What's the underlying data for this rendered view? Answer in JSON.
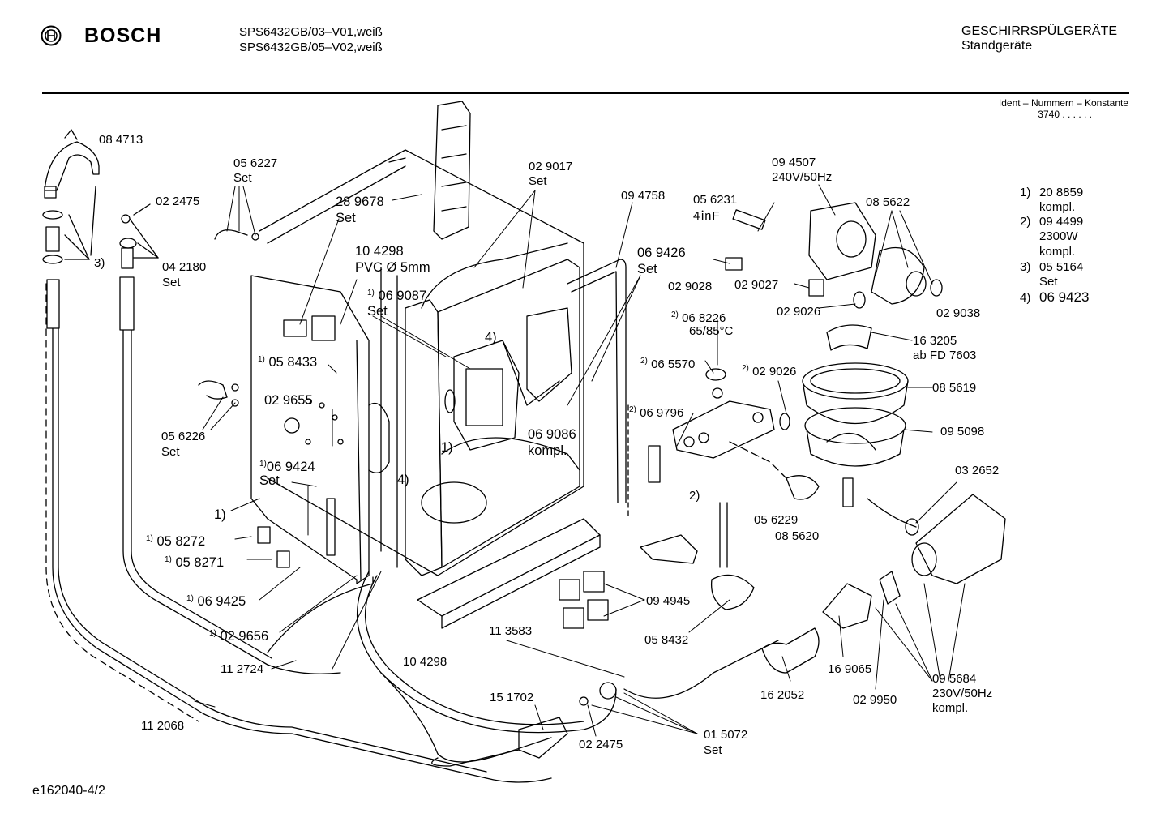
{
  "header": {
    "brand": "BOSCH",
    "models": [
      "SPS6432GB/03–V01,weiß",
      "SPS6432GB/05–V02,weiß"
    ],
    "category_line1": "GESCHIRRSPÜLGERÄTE",
    "category_line2": "Standgeräte",
    "ident_label": "Ident – Nummern – Konstante",
    "ident_value": "3740 . . . . . ."
  },
  "legend": [
    {
      "key": "1)",
      "lines": [
        "20 8859",
        "kompl."
      ]
    },
    {
      "key": "2)",
      "lines": [
        "09 4499",
        "2300W",
        "kompl."
      ]
    },
    {
      "key": "3)",
      "lines": [
        "05 5164",
        "Set"
      ]
    },
    {
      "key": "4)",
      "lines": [
        "06 9423"
      ]
    }
  ],
  "labels": {
    "p084713": "08 4713",
    "p022475a": "02 2475",
    "p3": "3)",
    "p042180": "04 2180",
    "set": "Set",
    "p056227": "05 6227",
    "p289678": "28 9678",
    "p104298": "10 4298",
    "pvc": "PVC Ø 5mm",
    "p069087": "06 9087",
    "p029017": "02 9017",
    "p094758": "09 4758",
    "p056231": "05 6231",
    "cap": "4㏌F",
    "p094507": "09 4507",
    "volt": "240V/50Hz",
    "p085622": "08 5622",
    "p069426": "06 9426",
    "p029028": "02 9028",
    "p029027": "02 9027",
    "p029026a": "02 9026",
    "p029038": "02 9038",
    "p068226": "06 8226",
    "temp": "65/85°C",
    "p163205": "16 3205",
    "fd": "ab FD 7603",
    "p065570": "06 5570",
    "p029026b": "02 9026",
    "p085619": "08 5619",
    "p069796": "06 9796",
    "p095098": "09 5098",
    "p058433": "05 8433",
    "p029655": "02 9655",
    "p056226": "05 6226",
    "p069424": "06 9424",
    "one": "1)",
    "two": "2)",
    "four": "4)",
    "p069086": "06 9086",
    "kompl": "kompl.",
    "p056229": "05 6229",
    "p085620": "08 5620",
    "p032652": "03 2652",
    "p058272": "05 8272",
    "p058271": "05 8271",
    "p069425": "06 9425",
    "p029656": "02 9656",
    "p094945": "09 4945",
    "p058432": "05 8432",
    "p113583": "11 3583",
    "p112724": "11 2724",
    "p104298b": "10 4298",
    "p151702": "15 1702",
    "p022475b": "02 2475",
    "p015072": "01 5072",
    "p162052": "16 2052",
    "p169065": "16 9065",
    "p029950": "02 9950",
    "p095684": "09 5684",
    "volt2": "230V/50Hz",
    "p112068": "11 2068"
  },
  "footer": "e162040-4/2"
}
